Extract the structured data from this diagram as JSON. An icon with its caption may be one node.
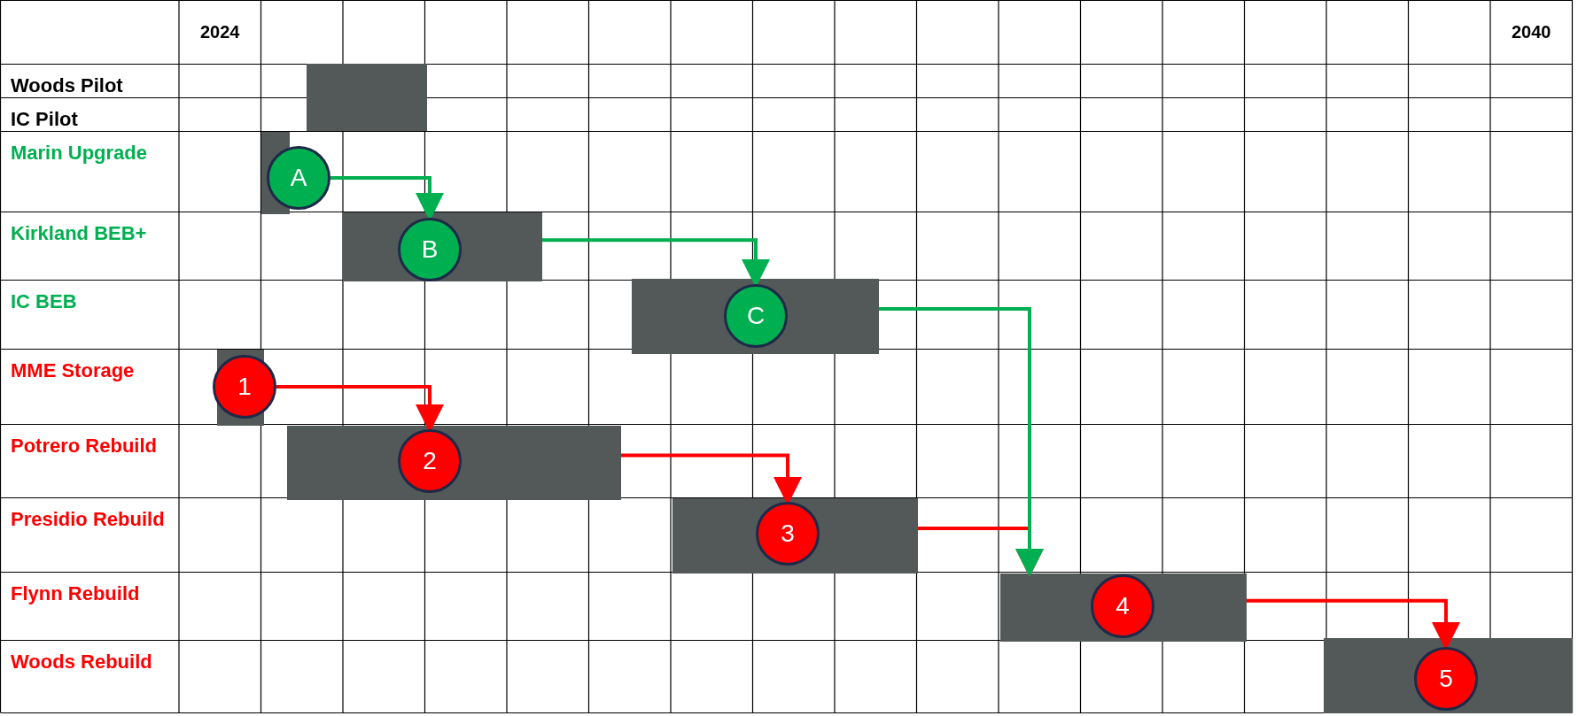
{
  "diagram": {
    "nodes": [
      {
        "text": [],
        "shape": "bar"
      },
      {
        "text": [],
        "shape": "bar"
      },
      {
        "text": [
          "A"
        ]
      },
      {
        "text": [],
        "shape": "bar"
      },
      {
        "text": [
          "B"
        ],
        "in": 3
      },
      {
        "text": [],
        "shape": "bar"
      },
      {
        "text": [
          "C"
        ],
        "in": 5
      },
      {
        "text": [],
        "shape": "bar"
      },
      {
        "text": [
          "1"
        ],
        "in": 7
      },
      {
        "text": [],
        "shape": "bar"
      },
      {
        "text": [
          "2"
        ],
        "in": 9
      },
      {
        "text": [],
        "shape": "bar"
      },
      {
        "text": [
          "3"
        ],
        "in": 11
      },
      {
        "text": [],
        "shape": "bar"
      },
      {
        "text": [
          "4"
        ],
        "in": 13
      },
      {
        "text": [],
        "shape": "bar"
      },
      {
        "text": [
          "5"
        ],
        "in": 15
      }
    ],
    "edges": [
      {
        "from": 2,
        "to": 4,
        "arrow": "to",
        "color": "#00b050"
      },
      {
        "from": 3,
        "to": 6,
        "arrow": "to",
        "color": "#00b050"
      },
      {
        "from": 5,
        "to": 13,
        "arrow": "to",
        "color": "#00b050"
      },
      {
        "from": 8,
        "to": 10,
        "arrow": "to"
      },
      {
        "from": 9,
        "to": 12,
        "arrow": "to"
      },
      {
        "from": 11,
        "to": 13,
        "arrow": "to"
      },
      {
        "from": 13,
        "to": 16,
        "arrow": "to"
      }
    ],
    "labels": [
      "2024",
      "2040",
      "Woods Pilot",
      "IC Pilot",
      "Marin Upgrade",
      "Kirkland BEB+",
      "IC BEB",
      "MME Storage",
      "Potrero Rebuild",
      "Presidio Rebuild",
      "Flynn Rebuild",
      "Woods Rebuild"
    ]
  }
}
